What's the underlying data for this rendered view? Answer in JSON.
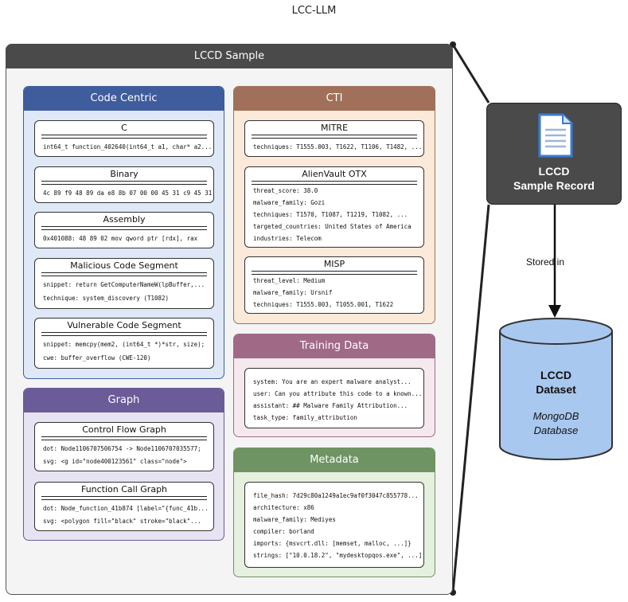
{
  "page_title": "LCC-LLM",
  "outer_title": "LCCD Sample",
  "code_centric": {
    "title": "Code Centric",
    "cards": [
      {
        "title": "C",
        "lines": [
          "int64_t function_402640(int64_t a1, char* a2..."
        ]
      },
      {
        "title": "Binary",
        "lines": [
          "4c 89 f9 48 89 da e8 8b 07 00 00 45 31 c9 45 31"
        ]
      },
      {
        "title": "Assembly",
        "lines": [
          "0x401088:   48 89 02   mov qword ptr [rdx], rax"
        ]
      },
      {
        "title": "Malicious Code Segment",
        "lines": [
          "snippet: return GetComputerNameW(lpBuffer,...",
          "technique: system_discovery (T1082)"
        ]
      },
      {
        "title": "Vulnerable Code Segment",
        "lines": [
          "snippet: memcpy(mem2, (int64_t *)*str, size);",
          "cwe: buffer_overflow (CWE-120)"
        ]
      }
    ]
  },
  "graph": {
    "title": "Graph",
    "cards": [
      {
        "title": "Control Flow Graph",
        "lines": [
          "dot: Node1106707506754 -> Node1106707035577;",
          "svg: <g id=\"node400123561\" class=\"node\">"
        ]
      },
      {
        "title": "Function Call Graph",
        "lines": [
          "dot: Node_function_41b874 [label=\"{func_41b...",
          "svg: <polygon fill=\"black\" stroke=\"black\"..."
        ]
      }
    ]
  },
  "cti": {
    "title": "CTI",
    "cards": [
      {
        "title": "MITRE",
        "lines": [
          "techniques: T1555.003, T1622, T1106, T1482, ..."
        ]
      },
      {
        "title": "AlienVault OTX",
        "lines": [
          "threat_score: 38.0",
          "malware_family: Gozi",
          "techniques: T1570, T1087, T1219, T1082, ...",
          "targeted_countries: United States of America",
          "industries: Telecom"
        ]
      },
      {
        "title": "MISP",
        "lines": [
          "threat_level: Medium",
          "malware_family: Ursnif",
          "techniques: T1555.003, T1055.001, T1622"
        ]
      }
    ]
  },
  "training": {
    "title": "Training Data",
    "lines": [
      "system: You are an expert malware analyst...",
      "user: Can you attribute this code to a known...",
      "assistant: ## Malware Family Attribution...",
      "task_type: family_attribution"
    ]
  },
  "metadata": {
    "title": "Metadata",
    "lines": [
      "file_hash: 7d29c80a1249a1ec9af0f3047c855778...",
      "architecture: x86",
      "malware_family: Mediyes",
      "compiler: borland",
      "imports: {msvcrt.dll: [memset, malloc, ...]}",
      "strings: [\"10.0.18.2\", \"mydesktopqos.exe\", ...]"
    ]
  },
  "record": {
    "line1": "LCCD",
    "line2": "Sample Record"
  },
  "edge_label": "Stored in",
  "database": {
    "line1": "LCCD",
    "line2": "Dataset",
    "line3": "MongoDB",
    "line4": "Database"
  },
  "colors": {
    "code_centric_head": "#3f5c9c",
    "code_centric_bg": "#dfe8f7",
    "graph_head": "#6b5b98",
    "graph_bg": "#e7e3f2",
    "cti_head": "#a0705a",
    "cti_bg": "#fbe9da",
    "training_head": "#a06a86",
    "training_bg": "#f6e8ef",
    "metadata_head": "#6f9363",
    "metadata_bg": "#e5f0de",
    "record_bg": "#4a4a4a",
    "db_fill": "#a9c8ef"
  }
}
